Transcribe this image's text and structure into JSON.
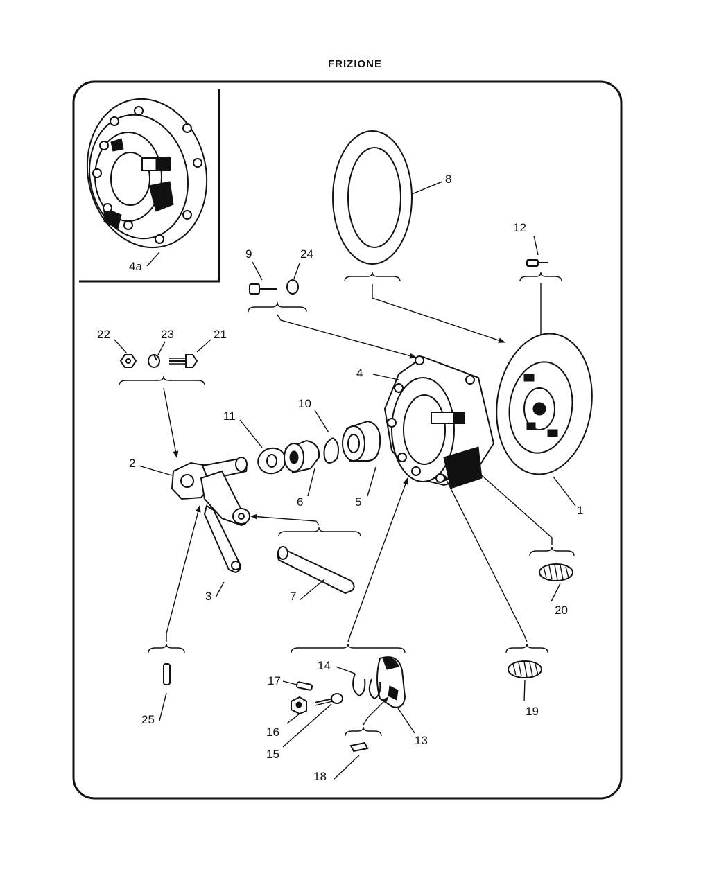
{
  "title": "FRIZIONE",
  "colors": {
    "ink": "#111111",
    "background": "#ffffff"
  },
  "labels": {
    "p1": "1",
    "p2": "2",
    "p3": "3",
    "p4": "4",
    "p4a": "4a",
    "p5": "5",
    "p6": "6",
    "p7": "7",
    "p8": "8",
    "p9": "9",
    "p10": "10",
    "p11": "11",
    "p12": "12",
    "p13": "13",
    "p14": "14",
    "p15": "15",
    "p16": "16",
    "p17": "17",
    "p18": "18",
    "p19": "19",
    "p20": "20",
    "p21": "21",
    "p22": "22",
    "p23": "23",
    "p24": "24",
    "p25": "25"
  }
}
